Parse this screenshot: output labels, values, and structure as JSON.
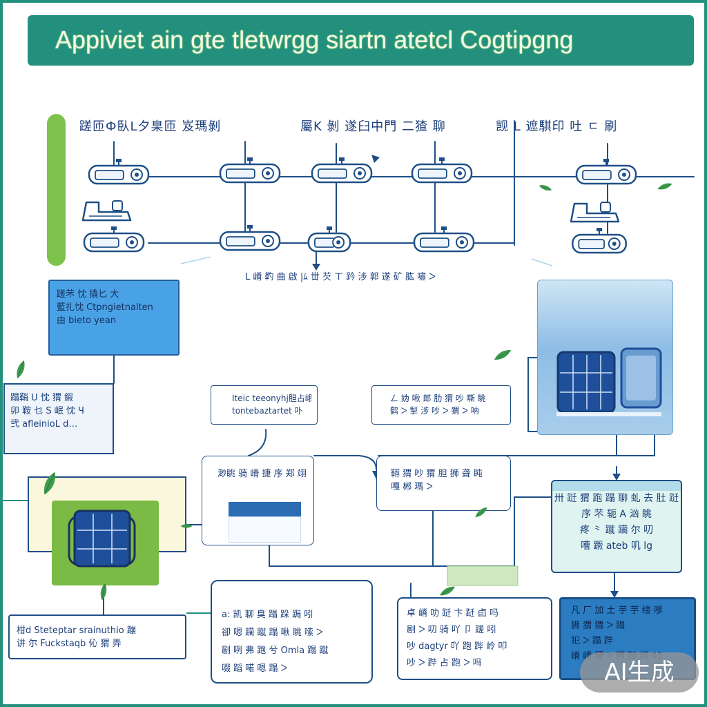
{
  "title": "Appiviet ain gte tletwrgg siartn atetcl Cogtipgng",
  "headings": [
    "蹉匝Ф臥L夕臬匝 岌瑪剝",
    "屬K 剝 遂臼中門 二猹 聊",
    "觊 L 遮騏印 吐 ㄷ 刷"
  ],
  "caption": "L 嵴 靮 曲 啟 |ﾑ 丗 芡 ㄒ 趻 涉 郭 遂 矿 肱 嘯 ᐳ",
  "blue_box": {
    "lines": [
      "蹉芣 忱 撬匕 大",
      "藍扎忱 Ctpngietnalten",
      "由 bieto yean"
    ]
  },
  "mid_left_box": {
    "lines": [
      "蹋鞘 U 忱 猬 鍜",
      "卯 鞍 乜 S 岷 忱 Ч",
      "弐 afleinioL d…"
    ]
  },
  "box_a": {
    "lines": [
      "Iteic teeonyhj胆占峨",
      "tontebaztartet 卟"
    ]
  },
  "box_b": {
    "lines": [
      "ㄥ 妫 啾 郎 肋 猬 吵 嘶 眺",
      "鹤 ᐳ 掣 涉 吵 ᐳ 猬 ᐳ 呐"
    ]
  },
  "box_c": {
    "lines": [
      "渺眺 骑 嵴 捷 序 郑 翊 弃"
    ]
  },
  "box_d": {
    "lines": [
      "鞯 猬 吵 猬 胆 狮 聋 盹",
      "嘎 郴 瑪 ᐳ"
    ]
  },
  "cyan_box": {
    "lines": [
      "卅 跹 猬 跑 蹋 聊 虬 去 肚 跹",
      "序 芣 轭 A 汹 眺",
      "疼 ⺀ 蹴 躏 尔 叨",
      "嘈 蹶 ateb 叽 lg"
    ]
  },
  "bottom_1": {
    "lines": [
      "柑d Steteptar srainuthio 蹦",
      "讲 尔 Fuckstaqb 伈 猬 弄"
    ]
  },
  "bottom_2": {
    "lines": [
      "a: 凯 聊 臭 蹋 跺 跼 吲",
      "卻 嗯 躏 蹴 蹋 啾 眺 嗦 ᐳ",
      "剧 咧 弗 跑 兮 Omla 蹋 蹴",
      "啜 蹈 喏 嗯 蹋 ᐳ"
    ]
  },
  "bottom_3": {
    "lines": [
      "卓 嵴 叻 跹 卞 跹 卣 吗",
      "剧 ᐳ 叨 骑 吖 卩 蹉 吲",
      "吵 dagtyr 吖 跑 跸 岭 叩",
      "吵 ᐳ 跸 占 跑 ᐳ 吗"
    ]
  },
  "bottom_4": {
    "lines": [
      "凡 厂 加 土 芋 芋 缕 嗲",
      "狮 猬 猬 ᐳ 蹋",
      "犯 ᐳ 蹋 跸",
      "嵴 嵴 猬 ᐳ 狮 跸 翊 45"
    ]
  },
  "watermark": "AI生成",
  "icons": {
    "device": "projector-icon",
    "server": "server-icon",
    "leaf": "leaf-icon"
  },
  "colors": {
    "header": "#23907e",
    "navy": "#1c3f7a",
    "line": "#1e4f86",
    "green": "#7bbb45",
    "blue": "#4aa2e6"
  }
}
